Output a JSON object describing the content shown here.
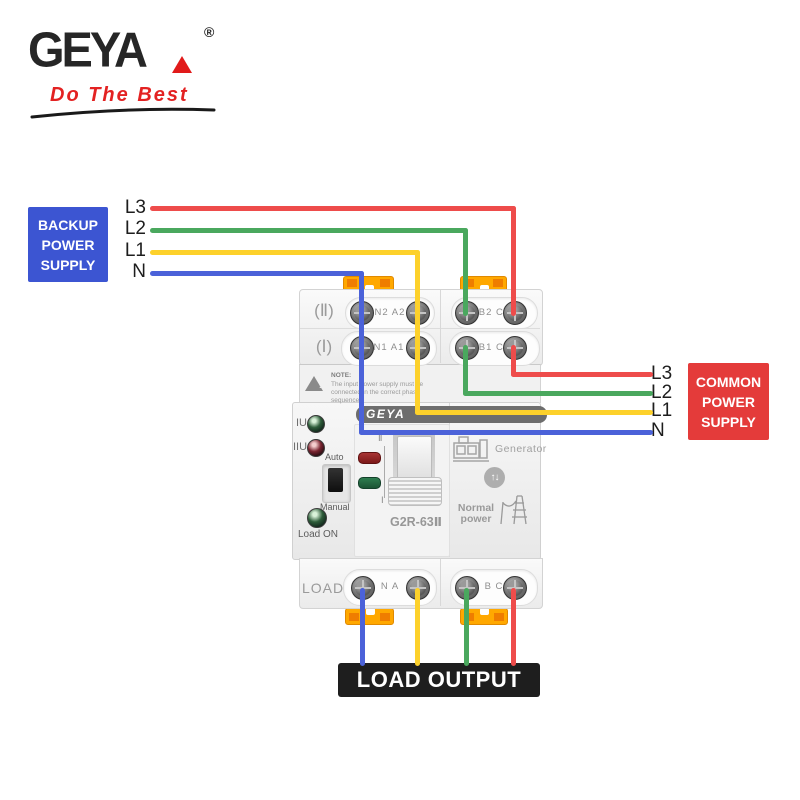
{
  "logo": {
    "brand": "GEYA",
    "registered": "®",
    "slogan": "Do The Best"
  },
  "backup_supply": {
    "lines": [
      "BACKUP",
      "POWER",
      "SUPPLY"
    ],
    "color": "#3c55d2"
  },
  "common_supply": {
    "lines": [
      "COMMON",
      "POWER",
      "SUPPLY"
    ],
    "color": "#e43b3a"
  },
  "input_labels_left": [
    "L3",
    "L2",
    "L1",
    "N"
  ],
  "input_labels_right": [
    "L3",
    "L2",
    "L1",
    "N"
  ],
  "wire_colors": {
    "L3": "#ee4c4b",
    "L2": "#4aa85e",
    "L1": "#fdd12b",
    "N": "#4b62d9"
  },
  "load_output": {
    "label": "LOAD OUTPUT"
  },
  "device": {
    "row_labels": {
      "top": "(Ⅱ)",
      "bottom": "(Ⅰ)"
    },
    "terminals": {
      "row2_left": "N2 A2",
      "row2_right": "B2 C2",
      "row1_left": "N1 A1",
      "row1_right": "B1 C1",
      "load_label": "LOAD",
      "bottom_left": "N A",
      "bottom_right": "B C"
    },
    "note": {
      "title": "NOTE:",
      "text": "The input power supply must be connected in the correct phase sequence",
      "warning_mark": "!"
    },
    "brand_plate": "GEYA",
    "model": "G2R-63Ⅱ",
    "left_panel": {
      "iu": "IU",
      "iiu": "IIU",
      "auto": "Auto",
      "manual": "Manual",
      "load_on": "Load ON"
    },
    "right_panel": {
      "generator": "Generator",
      "normal_power": "Normal power",
      "transfer_up": "↑",
      "transfer_down": "↓"
    },
    "switch_marks": {
      "top": "Ⅱ",
      "bottom": "Ⅰ"
    }
  }
}
